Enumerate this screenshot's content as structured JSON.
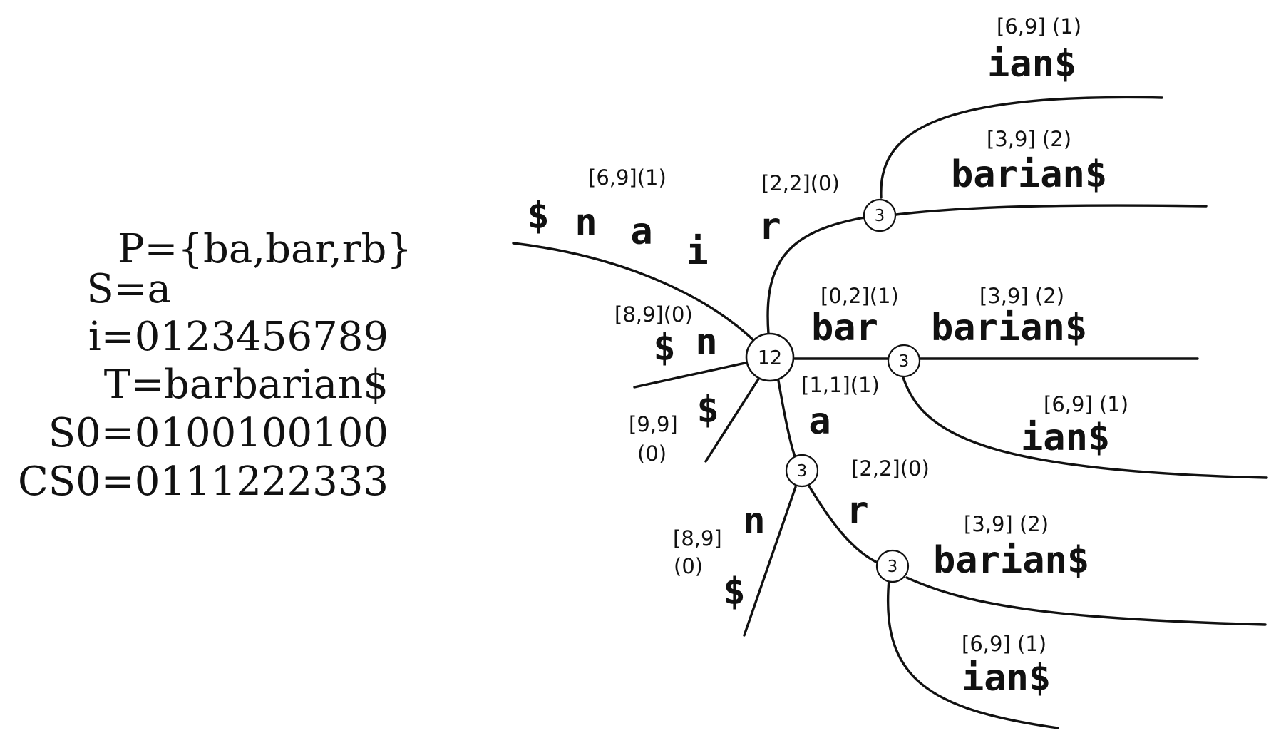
{
  "info_lines": [
    "P={ba,bar,rb}",
    "S=a",
    "i=0123456789",
    "T=barbarian$",
    "S0=0100100100",
    "CS0=0111222333"
  ],
  "nodes": {
    "root": "12",
    "r_node": "3",
    "bar_node": "3",
    "a_node": "3",
    "ar_node": "3"
  },
  "edge_labels": {
    "iann": {
      "chars": [
        "$",
        "n",
        "a",
        "i"
      ],
      "ann": "[6,9](1)"
    },
    "r": {
      "seq": "r",
      "ann": "[2,2](0)"
    },
    "r_ian": {
      "seq": "ian$",
      "ann": "[6,9] (1)"
    },
    "r_barian": {
      "seq": "barian$",
      "ann": "[3,9] (2)"
    },
    "nd": {
      "chars": [
        "$",
        "n"
      ],
      "ann": "[8,9](0)"
    },
    "bar": {
      "seq": "bar",
      "ann": "[0,2](1)"
    },
    "bar_barian": {
      "seq": "barian$",
      "ann": "[3,9] (2)"
    },
    "bar_ian": {
      "seq": "ian$",
      "ann": "[6,9] (1)"
    },
    "dollar": {
      "seq": "$",
      "ann_line1": "[9,9]",
      "ann_line2": "(0)"
    },
    "a": {
      "seq": "a",
      "ann": "[1,1](1)"
    },
    "a_nd": {
      "chars": [
        "n",
        "$"
      ],
      "ann_line1": "[8,9]",
      "ann_line2": "(0)"
    },
    "a_r": {
      "seq": "r",
      "ann": "[2,2](0)"
    },
    "ar_barian": {
      "seq": "barian$",
      "ann": "[3,9] (2)"
    },
    "ar_ian": {
      "seq": "ian$",
      "ann": "[6,9] (1)"
    }
  }
}
